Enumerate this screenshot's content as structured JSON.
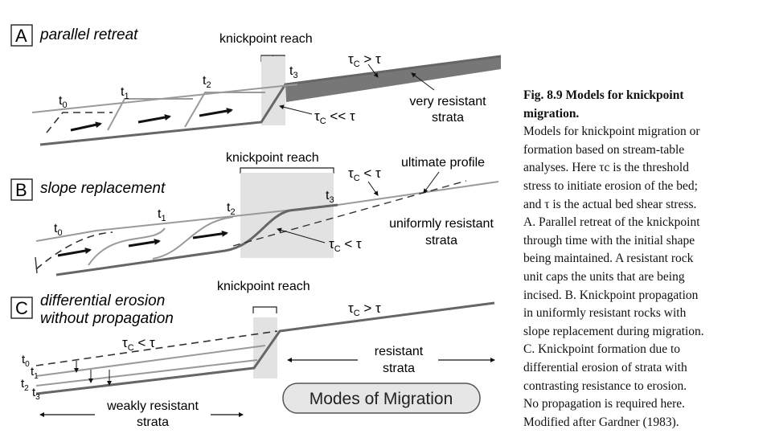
{
  "panelA": {
    "letter": "A",
    "title": "parallel retreat",
    "reach_label": "knickpoint reach",
    "tau_relation_top": "τ",
    "tau_top_sub": "C",
    "tau_top_rel": " > τ",
    "tau_mid_rel": " << τ",
    "t0": "t",
    "t0s": "0",
    "t1": "t",
    "t1s": "1",
    "t2": "t",
    "t2s": "2",
    "t3": "t",
    "t3s": "3",
    "strata_1": "very resistant",
    "strata_2": "strata"
  },
  "panelB": {
    "letter": "B",
    "title": "slope replacement",
    "reach_label": "knickpoint reach",
    "tau_top_rel": " < τ",
    "tau_mid_rel": " < τ",
    "ultimate": "ultimate profile",
    "strata_1": "uniformly resistant",
    "strata_2": "strata",
    "t0": "t",
    "t0s": "0",
    "t1": "t",
    "t1s": "1",
    "t2": "t",
    "t2s": "2",
    "t3": "t",
    "t3s": "3"
  },
  "panelC": {
    "letter": "C",
    "title_1": "differential erosion",
    "title_2": "without propagation",
    "reach_label": "knickpoint reach",
    "tau_top_rel": " > τ",
    "tau_mid_rel": " < τ",
    "right_strata_1": "resistant",
    "right_strata_2": "strata",
    "left_strata_1": "weakly resistant",
    "left_strata_2": "strata",
    "t0": "t",
    "t0s": "0",
    "t1": "t",
    "t1s": "1",
    "t2": "t",
    "t2s": "2",
    "t3": "t",
    "t3s": "3",
    "modes_button": "Modes of Migration"
  },
  "tau_symbol": "τ",
  "tau_sub": "C",
  "caption": {
    "line1_bold": "Fig. 8.9   Models for knickpoint",
    "line2_bold": "migration.",
    "lines": [
      "Models for knickpoint migration or",
      "formation based on stream-table",
      "analyses. Here τc is the threshold",
      "stress to initiate erosion of the bed;",
      "and τ is the actual bed shear stress.",
      "A. Parallel retreat of the knickpoint",
      "through time with the initial shape",
      "being maintained. A resistant rock",
      "unit caps the units that are being",
      "incised. B. Knickpoint propagation",
      "in uniformly resistant rocks with",
      "slope replacement during migration.",
      "C. Knickpoint formation due to",
      "differential erosion of strata with",
      "contrasting resistance to erosion.",
      "No propagation is required here.",
      "Modified after Gardner (1983)."
    ]
  },
  "colors": {
    "dark_line": "#666666",
    "light_line": "#9a9a9a",
    "reach_fill": "#e2e2e2",
    "cap_fill": "#777777"
  }
}
